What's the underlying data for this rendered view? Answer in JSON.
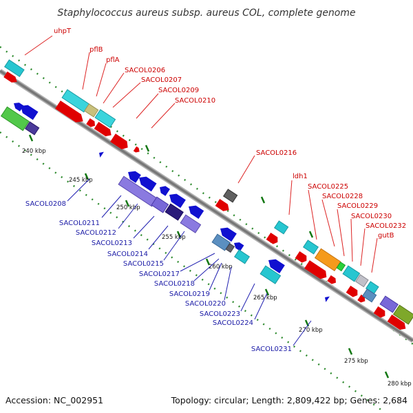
{
  "title": "Staphylococcus aureus subsp. aureus COL, complete genome",
  "footer": {
    "accession": "Accession: NC_002951",
    "summary": "Topology: circular; Length: 2,809,422 bp; Genes: 2,684"
  },
  "colors": {
    "forward_cds": "#e00000",
    "reverse_cds": "#1010d0",
    "cyan": "#20c8d0",
    "violet": "#7868d8",
    "steel": "#5b8fc0",
    "backbone": "#888888",
    "tick": "#228822"
  },
  "ticks": [
    "240 kbp",
    "245 kbp",
    "250 kbp",
    "255 kbp",
    "260 kbp",
    "265 kbp",
    "270 kbp",
    "275 kbp",
    "280 kbp"
  ],
  "forward_labels": [
    {
      "id": "uhpT",
      "text": "uhpT"
    },
    {
      "id": "pflB",
      "text": "pflB"
    },
    {
      "id": "pflA",
      "text": "pflA"
    },
    {
      "id": "SACOL0206",
      "text": "SACOL0206"
    },
    {
      "id": "SACOL0207",
      "text": "SACOL0207"
    },
    {
      "id": "SACOL0209",
      "text": "SACOL0209"
    },
    {
      "id": "SACOL0210",
      "text": "SACOL0210"
    },
    {
      "id": "SACOL0216",
      "text": "SACOL0216"
    },
    {
      "id": "ldh1",
      "text": "ldh1"
    },
    {
      "id": "SACOL0225",
      "text": "SACOL0225"
    },
    {
      "id": "SACOL0228",
      "text": "SACOL0228"
    },
    {
      "id": "SACOL0229",
      "text": "SACOL0229"
    },
    {
      "id": "SACOL0230",
      "text": "SACOL0230"
    },
    {
      "id": "SACOL0232",
      "text": "SACOL0232"
    },
    {
      "id": "gutB",
      "text": "gutB"
    }
  ],
  "reverse_labels": [
    {
      "id": "SACOL0208",
      "text": "SACOL0208"
    },
    {
      "id": "SACOL0211",
      "text": "SACOL0211"
    },
    {
      "id": "SACOL0212",
      "text": "SACOL0212"
    },
    {
      "id": "SACOL0213",
      "text": "SACOL0213"
    },
    {
      "id": "SACOL0214",
      "text": "SACOL0214"
    },
    {
      "id": "SACOL0215",
      "text": "SACOL0215"
    },
    {
      "id": "SACOL0217",
      "text": "SACOL0217"
    },
    {
      "id": "SACOL0218",
      "text": "SACOL0218"
    },
    {
      "id": "SACOL0219",
      "text": "SACOL0219"
    },
    {
      "id": "SACOL0220",
      "text": "SACOL0220"
    },
    {
      "id": "SACOL0223",
      "text": "SACOL0223"
    },
    {
      "id": "SACOL0224",
      "text": "SACOL0224"
    },
    {
      "id": "SACOL0231",
      "text": "SACOL0231"
    }
  ]
}
